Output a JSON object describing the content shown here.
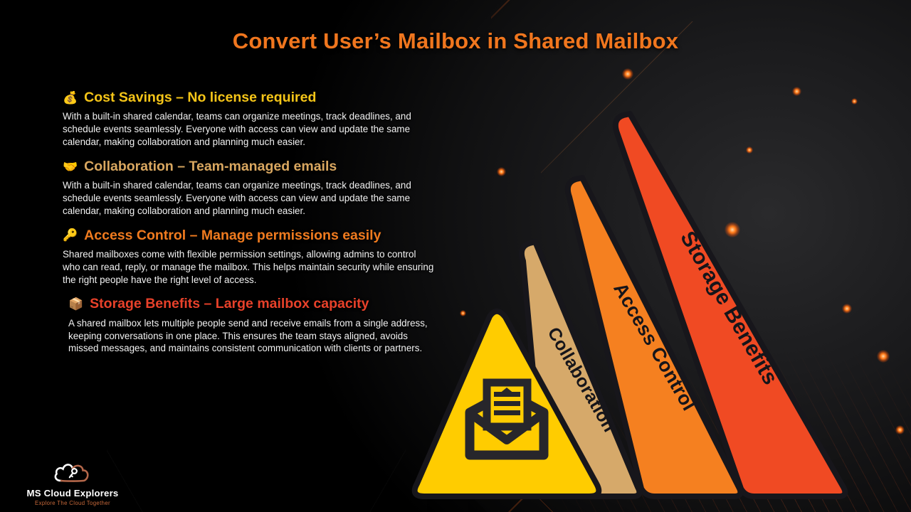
{
  "slide": {
    "title": "Convert User’s Mailbox in Shared Mailbox",
    "title_color": "#F0761E",
    "background_color": "#060606"
  },
  "sections": [
    {
      "icon": "money-bag-emoji",
      "emoji": "💰",
      "heading": "Cost Savings – No license required",
      "heading_color": "#F5C518",
      "body": "With a built-in shared calendar, teams can organize meetings, track deadlines, and schedule events seamlessly. Everyone with access can view and update the same calendar, making collaboration and planning much easier."
    },
    {
      "icon": "handshake-emoji",
      "emoji": "🤝",
      "heading": "Collaboration – Team-managed emails",
      "heading_color": "#D9A760",
      "body": "With a built-in shared calendar, teams can organize meetings, track deadlines, and schedule events seamlessly. Everyone with access can view and update the same calendar, making collaboration and planning much easier."
    },
    {
      "icon": "key-emoji",
      "emoji": "🔑",
      "heading": "Access Control – Manage permissions easily",
      "heading_color": "#F07B1F",
      "body": "Shared mailboxes come with flexible permission settings, allowing admins to control who can read, reply, or manage the mailbox. This helps maintain security while ensuring the right people have the right level of access."
    },
    {
      "icon": "package-emoji",
      "emoji": "📦",
      "heading": "Storage Benefits – Large mailbox capacity",
      "heading_color": "#E8412A",
      "body": "A shared mailbox lets multiple people send and receive emails from a single address, keeping conversations in one place. This ensures the team stays aligned, avoids missed messages, and maintains consistent communication with clients or partners."
    }
  ],
  "pyramid": {
    "center_icon": "open-envelope-icon",
    "tiers": [
      {
        "label": "Storage Benefits",
        "color": "#F04A23"
      },
      {
        "label": "Access Control",
        "color": "#F58020"
      },
      {
        "label": "Collaboration",
        "color": "#D6A96A"
      },
      {
        "label": "",
        "color": "#FFCC00"
      }
    ]
  },
  "logo": {
    "icon": "cloud-icon",
    "name": "MS Cloud Explorers",
    "tagline": "Explore The Cloud Together",
    "name_color": "#FFFFFF",
    "tagline_color": "#C8693A"
  }
}
